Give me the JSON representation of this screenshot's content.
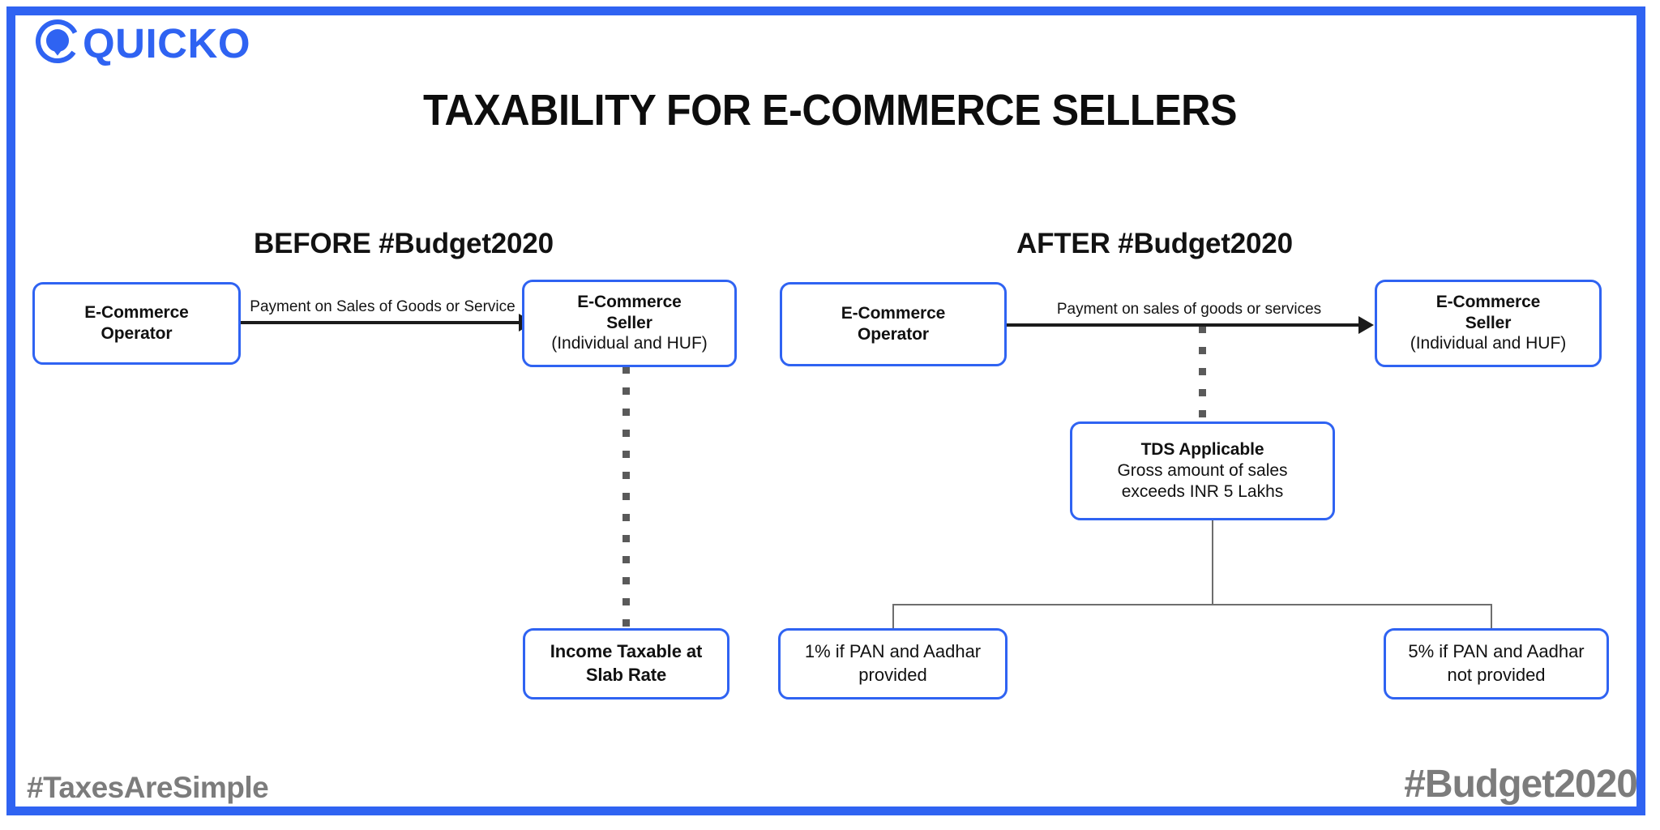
{
  "brand": {
    "logo_text": "QUICKO",
    "logo_color": "#2f63f2"
  },
  "title": "TAXABILITY FOR E-COMMERCE SELLERS",
  "sections": {
    "before": {
      "heading": "BEFORE #Budget2020",
      "nodes": {
        "operator": {
          "line1": "E-Commerce",
          "line2": "Operator"
        },
        "seller": {
          "line1": "E-Commerce",
          "line2": "Seller",
          "line3": "(Individual and HUF)"
        },
        "income": {
          "line1": "Income Taxable at",
          "line2": "Slab Rate"
        }
      },
      "arrow_label": "Payment on Sales of Goods or Service"
    },
    "after": {
      "heading": "AFTER #Budget2020",
      "nodes": {
        "operator": {
          "line1": "E-Commerce",
          "line2": "Operator"
        },
        "seller": {
          "line1": "E-Commerce",
          "line2": "Seller",
          "line3": "(Individual and HUF)"
        },
        "tds": {
          "line1": "TDS Applicable",
          "line2": "Gross amount of sales",
          "line3": "exceeds INR 5 Lakhs"
        },
        "pan_yes": {
          "line1": "1% if PAN and Aadhar",
          "line2": "provided"
        },
        "pan_no": {
          "line1": "5% if PAN and Aadhar",
          "line2": "not provided"
        }
      },
      "arrow_label": "Payment on sales of goods or services"
    }
  },
  "footer": {
    "left": "#TaxesAreSimple",
    "right": "#Budget2020"
  },
  "colors": {
    "frame_blue": "#2f63f2",
    "box_border_blue": "#2f63f2",
    "arrow_black": "#1b1b1b",
    "dotted_grey": "#5a5a5a",
    "tree_grey": "#6e6e6e",
    "footer_grey": "#7c7c7c",
    "background": "#ffffff"
  }
}
